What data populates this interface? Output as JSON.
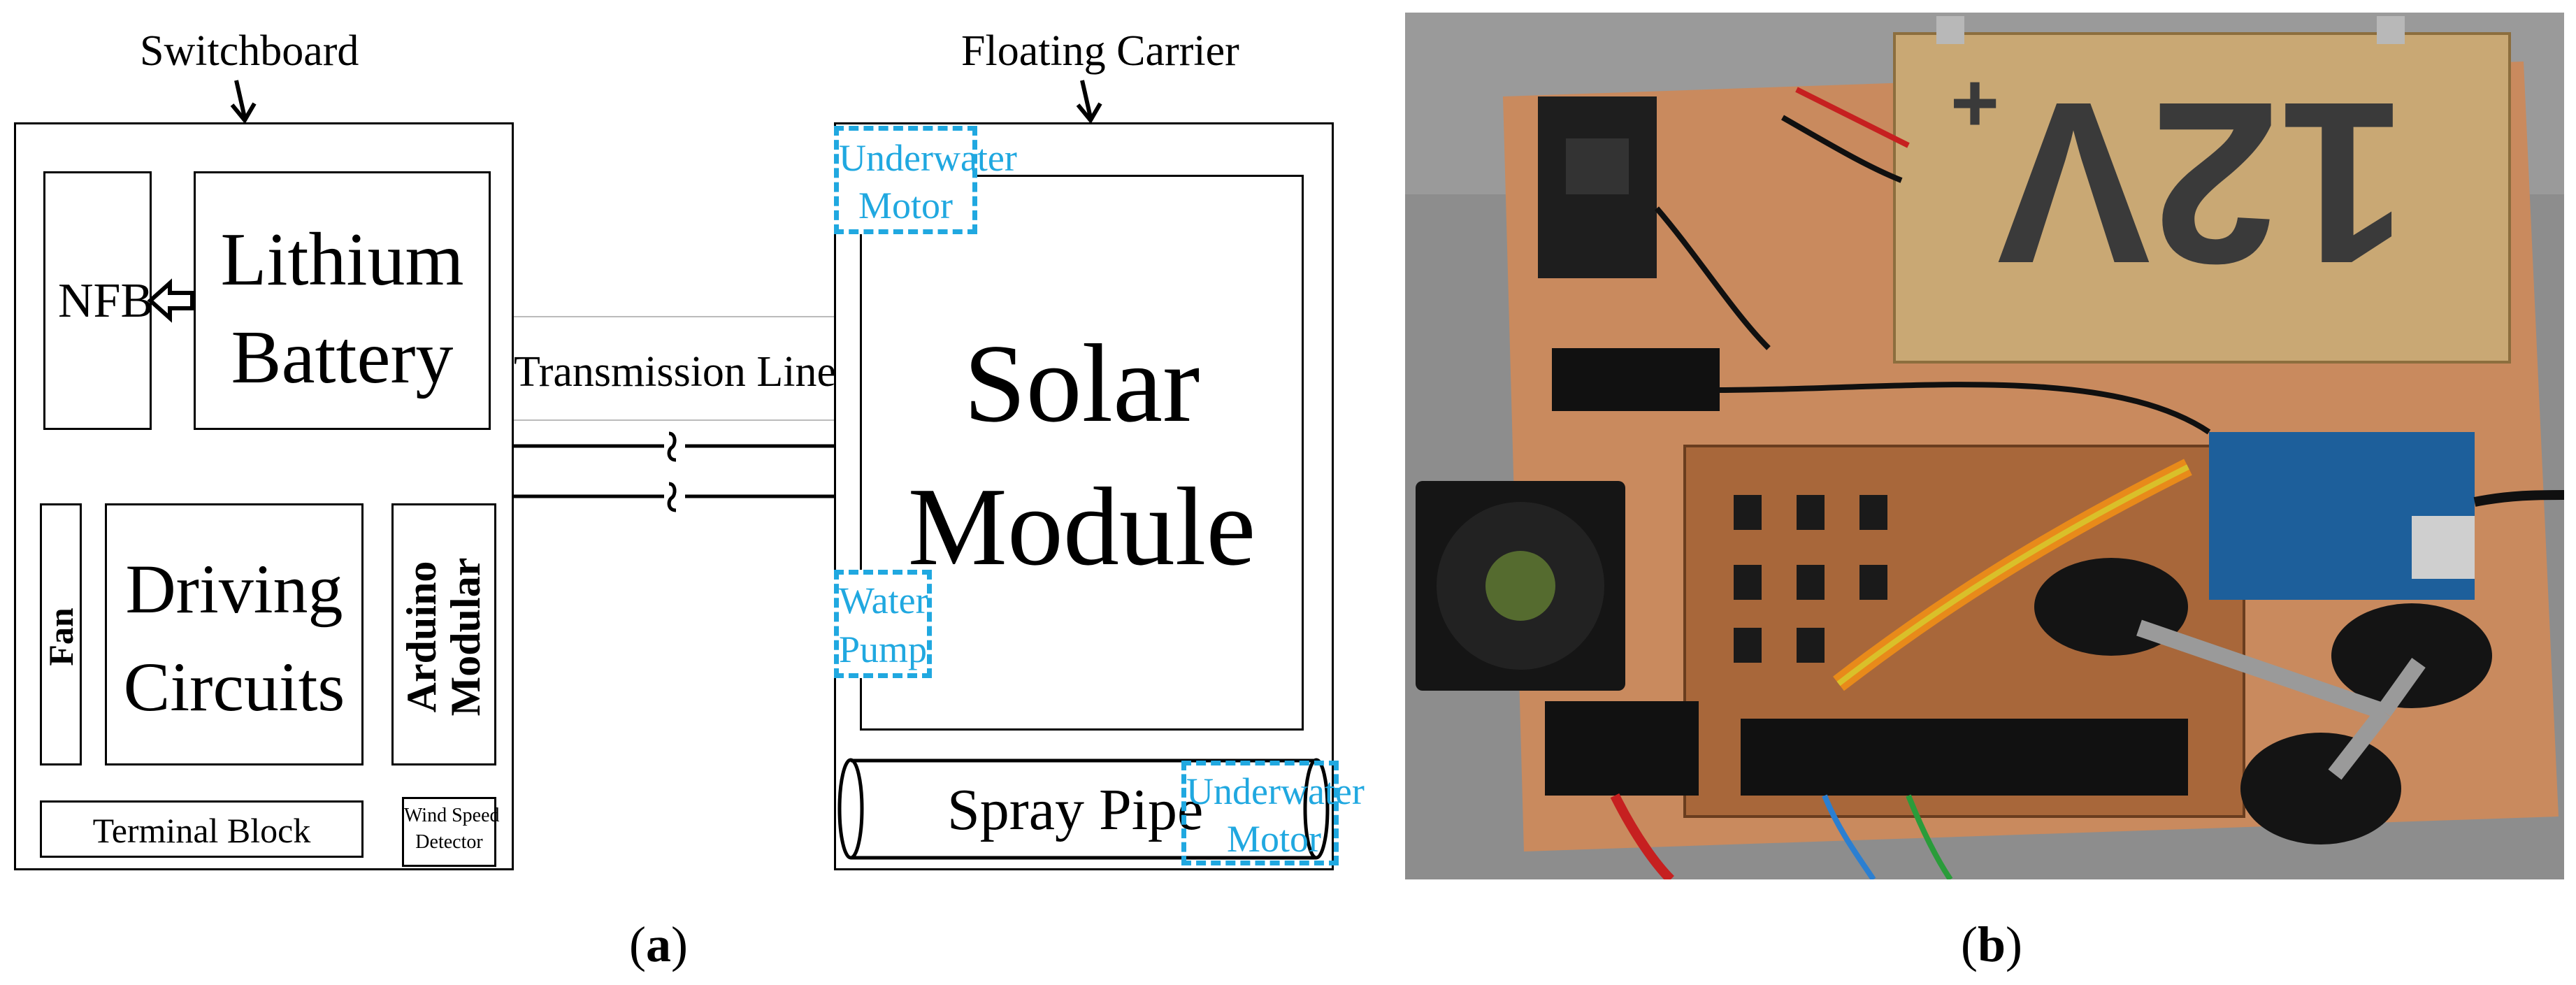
{
  "figure_a": {
    "switchboard_title": "Switchboard",
    "floating_carrier_title": "Floating Carrier",
    "nfb": "NFB",
    "lithium_battery_line1": "Lithium",
    "lithium_battery_line2": "Battery",
    "transmission_lines": "Transmission Lines",
    "fan": "Fan",
    "driving_circuits_line1": "Driving",
    "driving_circuits_line2": "Circuits",
    "arduino_line1": "Arduino",
    "arduino_line2": "Modular",
    "terminal_block": "Terminal Block",
    "wind_speed_line1": "Wind Speed",
    "wind_speed_line2": "Detector",
    "solar_line1": "Solar",
    "solar_line2": "Module",
    "underwater_motor_top_line1": "Underwater",
    "underwater_motor_top_line2": "Motor",
    "water_pump_line1": "Water",
    "water_pump_line2": "Pump",
    "spray_pipe": "Spray Pipe",
    "underwater_motor_bottom_line1": "Underwater",
    "underwater_motor_bottom_line2": "Motor",
    "caption": "(a)",
    "caption_letter": "a"
  },
  "figure_b": {
    "battery_label": "12V",
    "battery_plus": "+",
    "caption_letter": "b"
  },
  "colors": {
    "highlight_blue": "#20a8e0",
    "board_wood": "#c98a5e",
    "battery_cardboard": "#c9a874",
    "arduino_blue": "#1d5f9b",
    "perfboard": "#a8673a"
  }
}
